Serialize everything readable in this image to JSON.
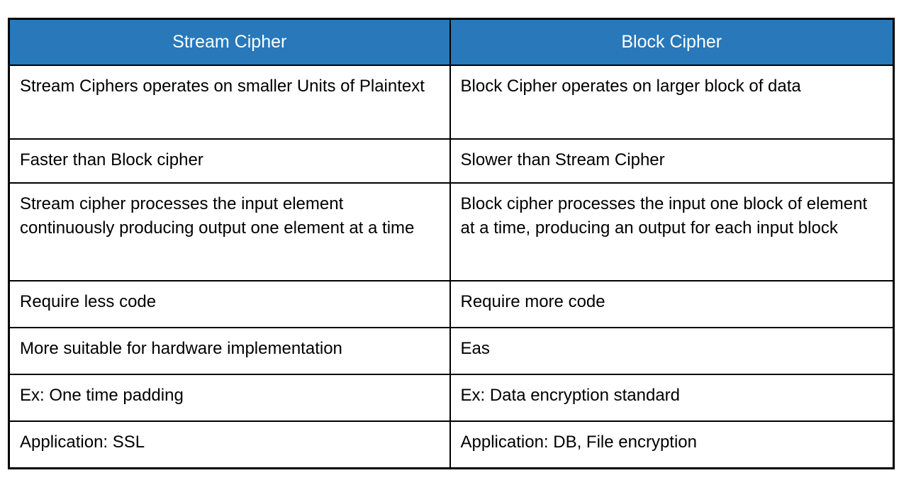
{
  "table": {
    "title": "Stream Cipher vs Block Cipher comparison table",
    "headers": {
      "stream": "Stream Cipher",
      "block": "Block Cipher"
    },
    "rows": [
      {
        "stream": "Stream Ciphers operates on smaller Units of Plaintext",
        "block": "Block Cipher operates on larger block of data"
      },
      {
        "stream": "Faster than Block cipher",
        "block": "Slower than Stream Cipher"
      },
      {
        "stream": "Stream cipher processes the input element continuously producing output one element at a time",
        "block": "Block cipher processes the input one block of element at a time, producing an output for each input block"
      },
      {
        "stream": "Require less code",
        "block": "Require more code"
      },
      {
        "stream": "More suitable for hardware implementation",
        "block": "Eas"
      },
      {
        "stream": "Ex: One time padding",
        "block": "Ex: Data encryption standard"
      },
      {
        "stream": "Application: SSL",
        "block": "Application: DB, File encryption"
      }
    ],
    "colors": {
      "header_background": "#2878BA",
      "header_text": "#FFFFFF",
      "body_text": "#000000",
      "border": "#000000",
      "page_background": "#FFFFFF"
    }
  }
}
